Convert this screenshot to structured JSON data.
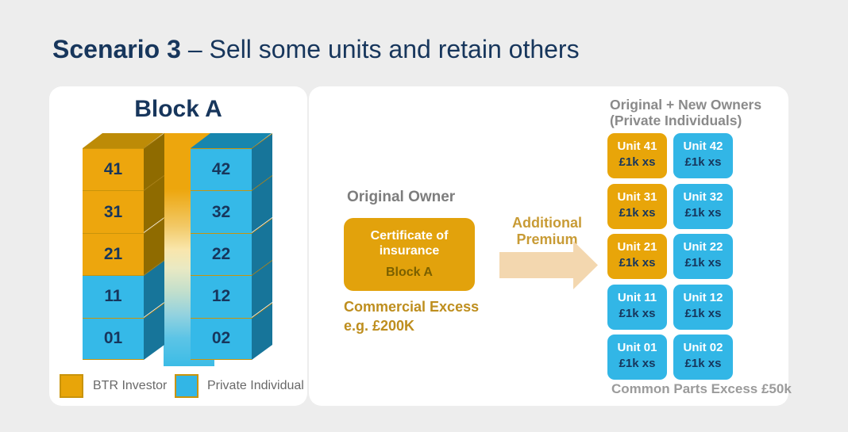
{
  "page": {
    "title_bold": "Scenario 3",
    "title_rest": "– Sell some units and retain others"
  },
  "colors": {
    "btr_gold": "#E8A509",
    "private_blue": "#32B6E6",
    "navy_text": "#17365C",
    "background": "#EDEDED"
  },
  "block": {
    "title": "Block A",
    "left_floors": [
      {
        "label": "41",
        "owner": "btr"
      },
      {
        "label": "31",
        "owner": "btr"
      },
      {
        "label": "21",
        "owner": "btr"
      },
      {
        "label": "11",
        "owner": "private"
      },
      {
        "label": "01",
        "owner": "private"
      }
    ],
    "right_floors": [
      {
        "label": "42",
        "owner": "private"
      },
      {
        "label": "32",
        "owner": "private"
      },
      {
        "label": "22",
        "owner": "private"
      },
      {
        "label": "12",
        "owner": "private"
      },
      {
        "label": "02",
        "owner": "private"
      }
    ],
    "legend": [
      {
        "label": "BTR Investor",
        "owner": "btr"
      },
      {
        "label": "Private Individual",
        "owner": "private"
      }
    ]
  },
  "middle": {
    "heading": "Original Owner",
    "certificate_title": "Certificate of insurance",
    "certificate_subject": "Block A",
    "excess_line1": "Commercial Excess",
    "excess_line2": "e.g. £200K",
    "arrow_label_line1": "Additional",
    "arrow_label_line2": "Premium"
  },
  "right": {
    "heading_line1": "Original + New Owners",
    "heading_line2": "(Private Individuals)",
    "cards": [
      {
        "unit": "Unit 41",
        "excess": "£1k xs",
        "owner": "btr"
      },
      {
        "unit": "Unit 42",
        "excess": "£1k xs",
        "owner": "private"
      },
      {
        "unit": "Unit 31",
        "excess": "£1k xs",
        "owner": "btr"
      },
      {
        "unit": "Unit 32",
        "excess": "£1k xs",
        "owner": "private"
      },
      {
        "unit": "Unit 21",
        "excess": "£1k xs",
        "owner": "btr"
      },
      {
        "unit": "Unit 22",
        "excess": "£1k xs",
        "owner": "private"
      },
      {
        "unit": "Unit 11",
        "excess": "£1k xs",
        "owner": "private"
      },
      {
        "unit": "Unit 12",
        "excess": "£1k xs",
        "owner": "private"
      },
      {
        "unit": "Unit 01",
        "excess": "£1k xs",
        "owner": "private"
      },
      {
        "unit": "Unit 02",
        "excess": "£1k xs",
        "owner": "private"
      }
    ],
    "footnote": "Common Parts Excess £50k"
  }
}
